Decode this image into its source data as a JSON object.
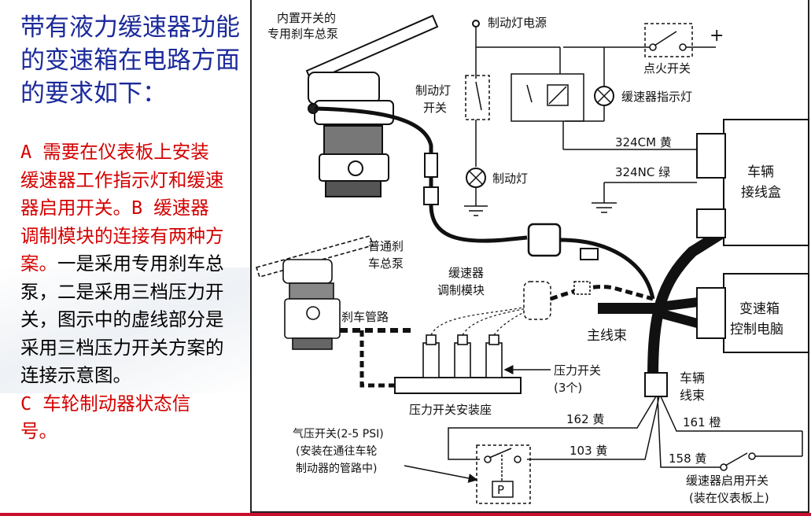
{
  "slide": {
    "title": "带有液力缓速器功能的变速箱在电路方面的要求如下：",
    "item_a": "A 需要在仪表板上安装缓速器工作指示灯和缓速器启用开关。",
    "item_b_head": "B 缓速器调制模块的连接有两种方案。",
    "item_b_tail": "一是采用专用刹车总泵，二是采用三档压力开关，图示中的虚线部分是采用三档压力开关方案的连接示意图。",
    "item_c": "C 车轮制动器状态信号。"
  },
  "colors": {
    "title": "#1b2a9a",
    "red": "#d40000",
    "blue": "#1a2aa0",
    "accent_bar": "#c8102e"
  },
  "diagram": {
    "dedicated_master_cyl": [
      "内置开关的",
      "专用刹车总泵"
    ],
    "brake_power": "制动灯电源",
    "ignition_switch": "点火开关",
    "plus_sign": "+",
    "brake_light_switch": [
      "制动灯",
      "开关"
    ],
    "retarder_indicator": "缓速器指示灯",
    "wire_324cm": "324CM  黄",
    "wire_324nc": "324NC  绿",
    "junction_box": [
      "车辆",
      "接线盒"
    ],
    "brake_light": "制动灯",
    "normal_master_cyl": [
      "普通刹",
      "车总泵"
    ],
    "modulator": [
      "缓速器",
      "调制模块"
    ],
    "brake_line": "刹车管路",
    "main_harness": "主线束",
    "tcu": [
      "变速箱",
      "控制电脑"
    ],
    "pressure_switch": [
      "压力开关",
      "(3个)"
    ],
    "vehicle_harness": [
      "车辆",
      "线束"
    ],
    "pressure_switch_seat": "压力开关安装座",
    "wire_162": "162  黄",
    "wire_161": "161  橙",
    "wire_103": "103  黄",
    "wire_158": "158  黄",
    "air_pressure_switch": [
      "气压开关(2-5 PSI)",
      "(安装在通往车轮",
      "制动器的管路中)"
    ],
    "p_label": "P",
    "enable_switch": [
      "缓速器启用开关",
      "(装在仪表板上)"
    ]
  }
}
